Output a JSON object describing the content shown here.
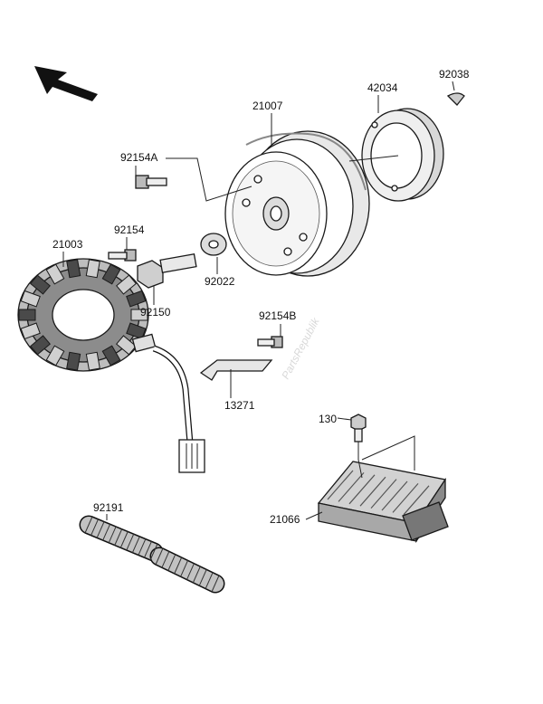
{
  "watermark": "PartsRepublik",
  "labels": {
    "p21007": "21007",
    "p42034": "42034",
    "p92038": "92038",
    "p92154A": "92154A",
    "p92154": "92154",
    "p21003": "21003",
    "p92150": "92150",
    "p92022": "92022",
    "p92154B": "92154B",
    "p13271": "13271",
    "p130": "130",
    "p21066": "21066",
    "p92191": "92191"
  },
  "colors": {
    "ink": "#111111",
    "shade": "#9a9a9a",
    "light": "#e6e6e6",
    "paper": "#ffffff"
  }
}
